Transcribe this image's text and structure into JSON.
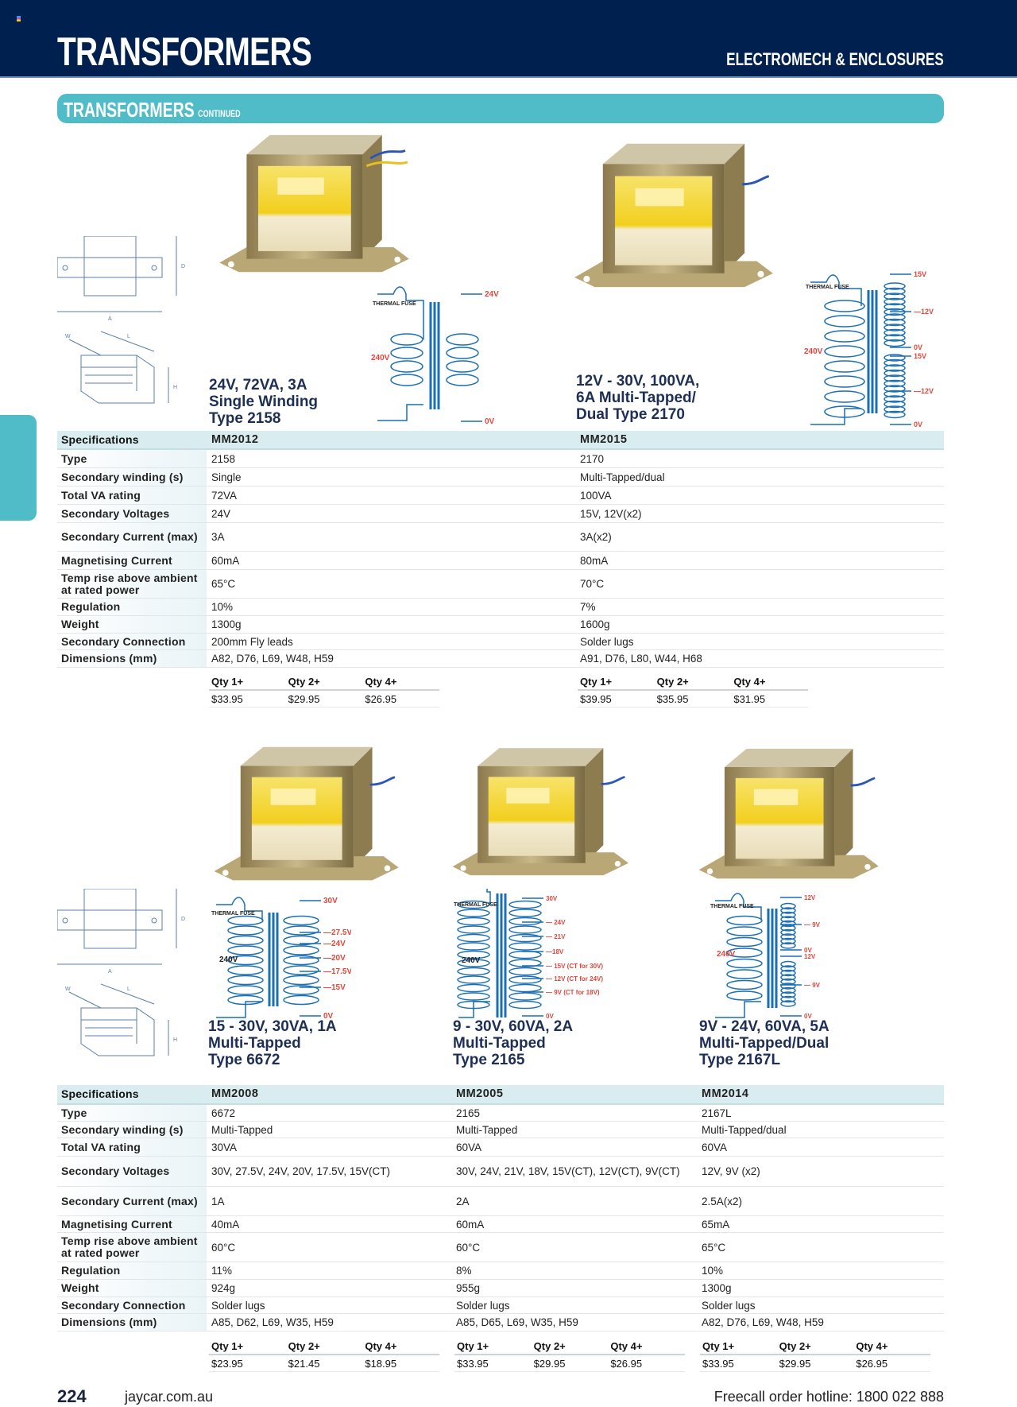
{
  "header": {
    "title": "TRANSFORMERS",
    "section": "ELECTROMECH & ENCLOSURES"
  },
  "banner": {
    "title": "TRANSFORMERS",
    "subtitle": "CONTINUED"
  },
  "colors": {
    "navy": "#00214f",
    "teal": "#4fbcc8",
    "schematic_blue": "#1a6fb5",
    "voltage_red": "#e4463a"
  },
  "dim_labels": {
    "a": "A",
    "d": "D",
    "l": "L",
    "w": "W",
    "h": "H"
  },
  "products": [
    {
      "lines": [
        "24V, 72VA, 3A",
        "Single Winding",
        "Type 2158"
      ]
    },
    {
      "lines": [
        "12V - 30V, 100VA,",
        "6A Multi-Tapped/",
        "Dual Type 2170"
      ]
    },
    {
      "lines": [
        "15 - 30V, 30VA, 1A",
        "Multi-Tapped",
        "Type 6672"
      ]
    },
    {
      "lines": [
        "9 - 30V, 60VA, 2A",
        "Multi-Tapped",
        "Type 2165"
      ]
    },
    {
      "lines": [
        "9V - 24V, 60VA, 5A",
        "Multi-Tapped/Dual",
        "Type 2167L"
      ]
    }
  ],
  "schematics": [
    {
      "fuse": "THERMAL FUSE",
      "primary": "240V",
      "taps": [
        "24V",
        "0V"
      ]
    },
    {
      "fuse": "THERMAL FUSE",
      "primary": "240V",
      "taps": [
        "15V",
        "—12V",
        "0V",
        "15V",
        "—12V",
        "0V"
      ]
    },
    {
      "fuse": "THERMAL FUSE",
      "primary": "240V",
      "taps": [
        "30V",
        "—27.5V",
        "—24V",
        "—20V",
        "—17.5V",
        "—15V",
        "0V"
      ]
    },
    {
      "fuse": "THERMAL FUSE",
      "primary": "240V",
      "taps": [
        "30V",
        "— 24V",
        "— 21V",
        "—18V",
        "— 15V (CT for 30V)",
        "— 12V (CT for 24V)",
        "— 9V   (CT for 18V)",
        "0V"
      ]
    },
    {
      "fuse": "THERMAL FUSE",
      "primary": "240V",
      "taps": [
        "12V",
        "— 9V",
        "0V",
        "12V",
        "— 9V",
        "0V"
      ]
    }
  ],
  "tables": [
    {
      "header": [
        "Specifications",
        "MM2012",
        "MM2015"
      ],
      "rows": [
        {
          "label": "Type",
          "values": [
            "2158",
            "2170"
          ]
        },
        {
          "label": "Secondary winding (s)",
          "values": [
            "Single",
            "Multi-Tapped/dual"
          ]
        },
        {
          "label": "Total VA rating",
          "values": [
            "72VA",
            "100VA"
          ]
        },
        {
          "label": "Secondary Voltages",
          "values": [
            "24V",
            "15V, 12V(x2)"
          ]
        },
        {
          "label": "Secondary Current (max)",
          "values": [
            "3A",
            "3A(x2)"
          ]
        },
        {
          "label": "Magnetising Current",
          "values": [
            "60mA",
            "80mA"
          ]
        },
        {
          "label": "Temp rise above ambient at rated power",
          "values": [
            "65°C",
            "70°C"
          ]
        },
        {
          "label": "Regulation",
          "values": [
            "10%",
            "7%"
          ]
        },
        {
          "label": "Weight",
          "values": [
            "1300g",
            "1600g"
          ]
        },
        {
          "label": "Secondary Connection",
          "values": [
            "200mm Fly leads",
            "Solder lugs"
          ]
        },
        {
          "label": "Dimensions (mm)",
          "values": [
            "A82, D76, L69, W48, H59",
            "A91, D76, L80, W44, H68"
          ]
        }
      ],
      "prices": [
        {
          "headers": [
            "Qty 1+",
            "Qty 2+",
            "Qty 4+"
          ],
          "values": [
            "$33.95",
            "$29.95",
            "$26.95"
          ]
        },
        {
          "headers": [
            "Qty 1+",
            "Qty 2+",
            "Qty 4+"
          ],
          "values": [
            "$39.95",
            "$35.95",
            "$31.95"
          ]
        }
      ]
    },
    {
      "header": [
        "Specifications",
        "MM2008",
        "MM2005",
        "MM2014"
      ],
      "rows": [
        {
          "label": "Type",
          "values": [
            "6672",
            "2165",
            "2167L"
          ]
        },
        {
          "label": "Secondary winding (s)",
          "values": [
            "Multi-Tapped",
            "Multi-Tapped",
            "Multi-Tapped/dual"
          ]
        },
        {
          "label": "Total VA rating",
          "values": [
            "30VA",
            "60VA",
            "60VA"
          ]
        },
        {
          "label": "Secondary Voltages",
          "values": [
            "30V, 27.5V, 24V, 20V, 17.5V, 15V(CT)",
            "30V, 24V, 21V, 18V, 15V(CT), 12V(CT), 9V(CT)",
            "12V, 9V (x2)"
          ]
        },
        {
          "label": "Secondary Current (max)",
          "values": [
            "1A",
            "2A",
            "2.5A(x2)"
          ]
        },
        {
          "label": "Magnetising Current",
          "values": [
            "40mA",
            "60mA",
            "65mA"
          ]
        },
        {
          "label": "Temp rise above ambient at rated power",
          "values": [
            "60°C",
            "60°C",
            "65°C"
          ]
        },
        {
          "label": "Regulation",
          "values": [
            "11%",
            "8%",
            "10%"
          ]
        },
        {
          "label": "Weight",
          "values": [
            "924g",
            "955g",
            "1300g"
          ]
        },
        {
          "label": "Secondary Connection",
          "values": [
            "Solder lugs",
            "Solder lugs",
            "Solder lugs"
          ]
        },
        {
          "label": "Dimensions (mm)",
          "values": [
            "A85, D62, L69, W35, H59",
            "A85, D65, L69, W35, H59",
            "A82, D76, L69, W48, H59"
          ]
        }
      ],
      "prices": [
        {
          "headers": [
            "Qty 1+",
            "Qty 2+",
            "Qty 4+"
          ],
          "values": [
            "$23.95",
            "$21.45",
            "$18.95"
          ]
        },
        {
          "headers": [
            "Qty 1+",
            "Qty 2+",
            "Qty 4+"
          ],
          "values": [
            "$33.95",
            "$29.95",
            "$26.95"
          ]
        },
        {
          "headers": [
            "Qty 1+",
            "Qty 2+",
            "Qty 4+"
          ],
          "values": [
            "$33.95",
            "$29.95",
            "$26.95"
          ]
        }
      ]
    }
  ],
  "footer": {
    "page": "224",
    "url": "jaycar.com.au",
    "hotline": "Freecall order hotline: 1800 022 888"
  }
}
